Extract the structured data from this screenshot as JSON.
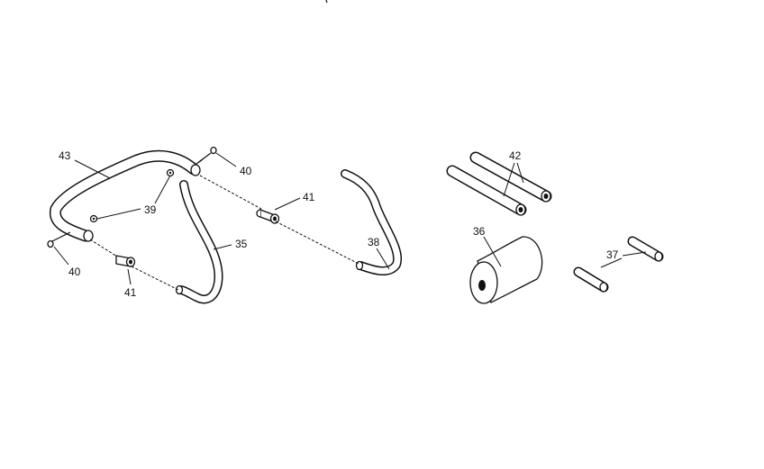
{
  "callouts": {
    "c43": "43",
    "c40a": "40",
    "c40b": "40",
    "c39": "39",
    "c41a": "41",
    "c41b": "41",
    "c35": "35",
    "c38": "38",
    "c42": "42",
    "c36": "36",
    "c37": "37"
  }
}
